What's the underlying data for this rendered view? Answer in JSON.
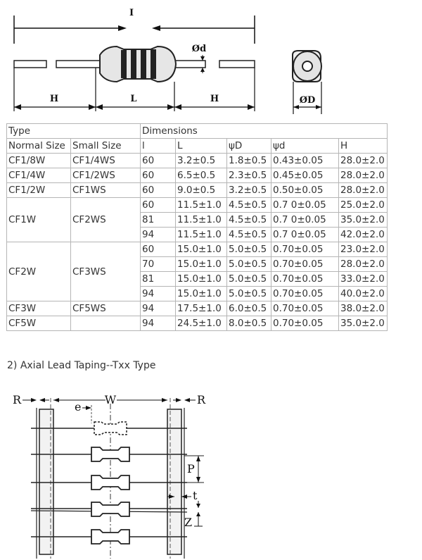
{
  "top_diagram": {
    "overall_label": "I",
    "lead_label_left": "H",
    "body_label": "L",
    "lead_label_right": "H",
    "lead_dia_label": "Ød",
    "body_dia_label": "ØD"
  },
  "table": {
    "header": {
      "type": "Type",
      "dimensions": "Dimensions",
      "normal_size": "Normal Size",
      "small_size": "Small Size",
      "col_l_small": "l",
      "col_L": "L",
      "col_D": "ψD",
      "col_d": "ψd",
      "col_H": "H"
    },
    "groups": [
      {
        "normal": "CF1/8W",
        "small": "CF1/4WS",
        "rows": [
          [
            "60",
            "3.2±0.5",
            "1.8±0.5",
            "0.43±0.05",
            "28.0±2.0"
          ]
        ]
      },
      {
        "normal": "CF1/4W",
        "small": "CF1/2WS",
        "rows": [
          [
            "60",
            "6.5±0.5",
            "2.3±0.5",
            "0.45±0.05",
            "28.0±2.0"
          ]
        ]
      },
      {
        "normal": "CF1/2W",
        "small": "CF1WS",
        "rows": [
          [
            "60",
            "9.0±0.5",
            "3.2±0.5",
            "0.50±0.05",
            "28.0±2.0"
          ]
        ]
      },
      {
        "normal": "CF1W",
        "small": "CF2WS",
        "rows": [
          [
            "60",
            "11.5±1.0",
            "4.5±0.5",
            "0.7 0±0.05",
            "25.0±2.0"
          ],
          [
            "81",
            "11.5±1.0",
            "4.5±0.5",
            "0.7 0±0.05",
            "35.0±2.0"
          ],
          [
            "94",
            "11.5±1.0",
            "4.5±0.5",
            "0.7 0±0.05",
            "42.0±2.0"
          ]
        ]
      },
      {
        "normal": "CF2W",
        "small": "CF3WS",
        "rows": [
          [
            "60",
            "15.0±1.0",
            "5.0±0.5",
            "0.70±0.05",
            "23.0±2.0"
          ],
          [
            "70",
            "15.0±1.0",
            "5.0±0.5",
            "0.70±0.05",
            "28.0±2.0"
          ],
          [
            "81",
            "15.0±1.0",
            "5.0±0.5",
            "0.70±0.05",
            "33.0±2.0"
          ],
          [
            "94",
            "15.0±1.0",
            "5.0±0.5",
            "0.70±0.05",
            "40.0±2.0"
          ]
        ]
      },
      {
        "normal": "CF3W",
        "small": "CF5WS",
        "rows": [
          [
            "94",
            "17.5±1.0",
            "6.0±0.5",
            "0.70±0.05",
            "38.0±2.0"
          ]
        ]
      },
      {
        "normal": "CF5W",
        "small": "",
        "rows": [
          [
            "94",
            "24.5±1.0",
            "8.0±0.5",
            "0.70±0.05",
            "35.0±2.0"
          ]
        ]
      }
    ]
  },
  "section_title": "2) Axial Lead Taping--Txx Type",
  "taping_diagram": {
    "label_R_left": "R",
    "label_W": "W",
    "label_R_right": "R",
    "label_e": "e",
    "label_P": "P",
    "label_t": "t",
    "label_Z": "Z"
  }
}
